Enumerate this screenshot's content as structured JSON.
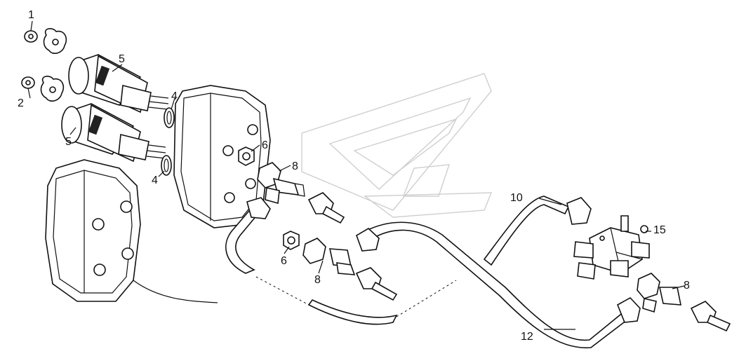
{
  "callouts": {
    "c1": "1",
    "c2": "2",
    "c4a": "4",
    "c4b": "4",
    "c5a": "5",
    "c5b": "5",
    "c6a": "6",
    "c6b": "6",
    "c8a": "8",
    "c8b": "8",
    "c8c": "8",
    "c10": "10",
    "c12": "12",
    "c15": "15"
  },
  "colors": {
    "ink": "#111111",
    "paper": "#ffffff",
    "watermark": "#cfcfcf"
  }
}
